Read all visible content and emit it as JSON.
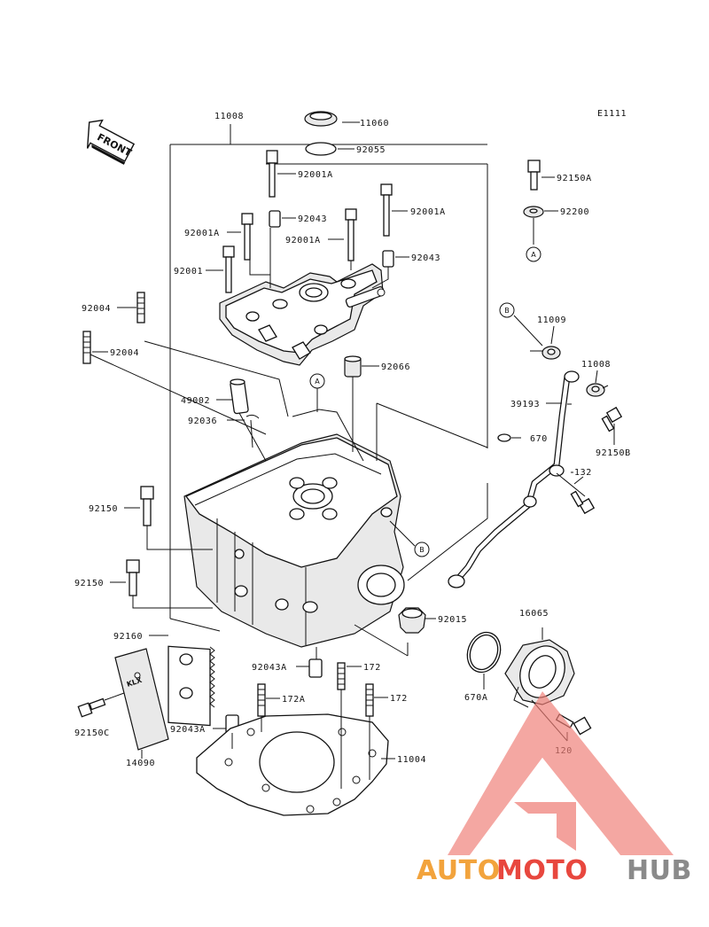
{
  "diagram_code": "E1111",
  "front_label": "FRONT",
  "callouts": {
    "c11008": "11008",
    "c11060": "11060",
    "c92055": "92055",
    "c92001A_top": "92001A",
    "c92043_top": "92043",
    "c92001A_right": "92001A",
    "c92001A_left": "92001A",
    "c92001A_mid": "92001A",
    "c92043_mid": "92043",
    "c92001": "92001",
    "c92004_a": "92004",
    "c92004_b": "92004",
    "c92066": "92066",
    "c49002": "49002",
    "c92036": "92036",
    "c92150_a": "92150",
    "c92150_b": "92150",
    "c92150A": "92150A",
    "c92200": "92200",
    "c11009": "11009",
    "c11008_right": "11008",
    "c39193": "39193",
    "c92150B": "92150B",
    "c670": "670",
    "c132": "132",
    "c92015": "92015",
    "c16065": "16065",
    "c92160": "92160",
    "c92043A_a": "92043A",
    "c172_a": "172",
    "c172A": "172A",
    "c172_b": "172",
    "c670A": "670A",
    "c92150C": "92150C",
    "c92043A_b": "92043A",
    "c11004": "11004",
    "c14090": "14090",
    "c120": "120"
  },
  "refs": {
    "a_top": "A",
    "a_mid": "A",
    "b_top": "B",
    "b_mid": "B"
  },
  "plate_text": "KLX",
  "watermark": {
    "part1": "AUTO",
    "part2": "MOTO",
    "part3": "HUB",
    "color_orange": "#f2a33c",
    "color_red": "#e8473e",
    "color_gray": "#8a8a8a"
  }
}
